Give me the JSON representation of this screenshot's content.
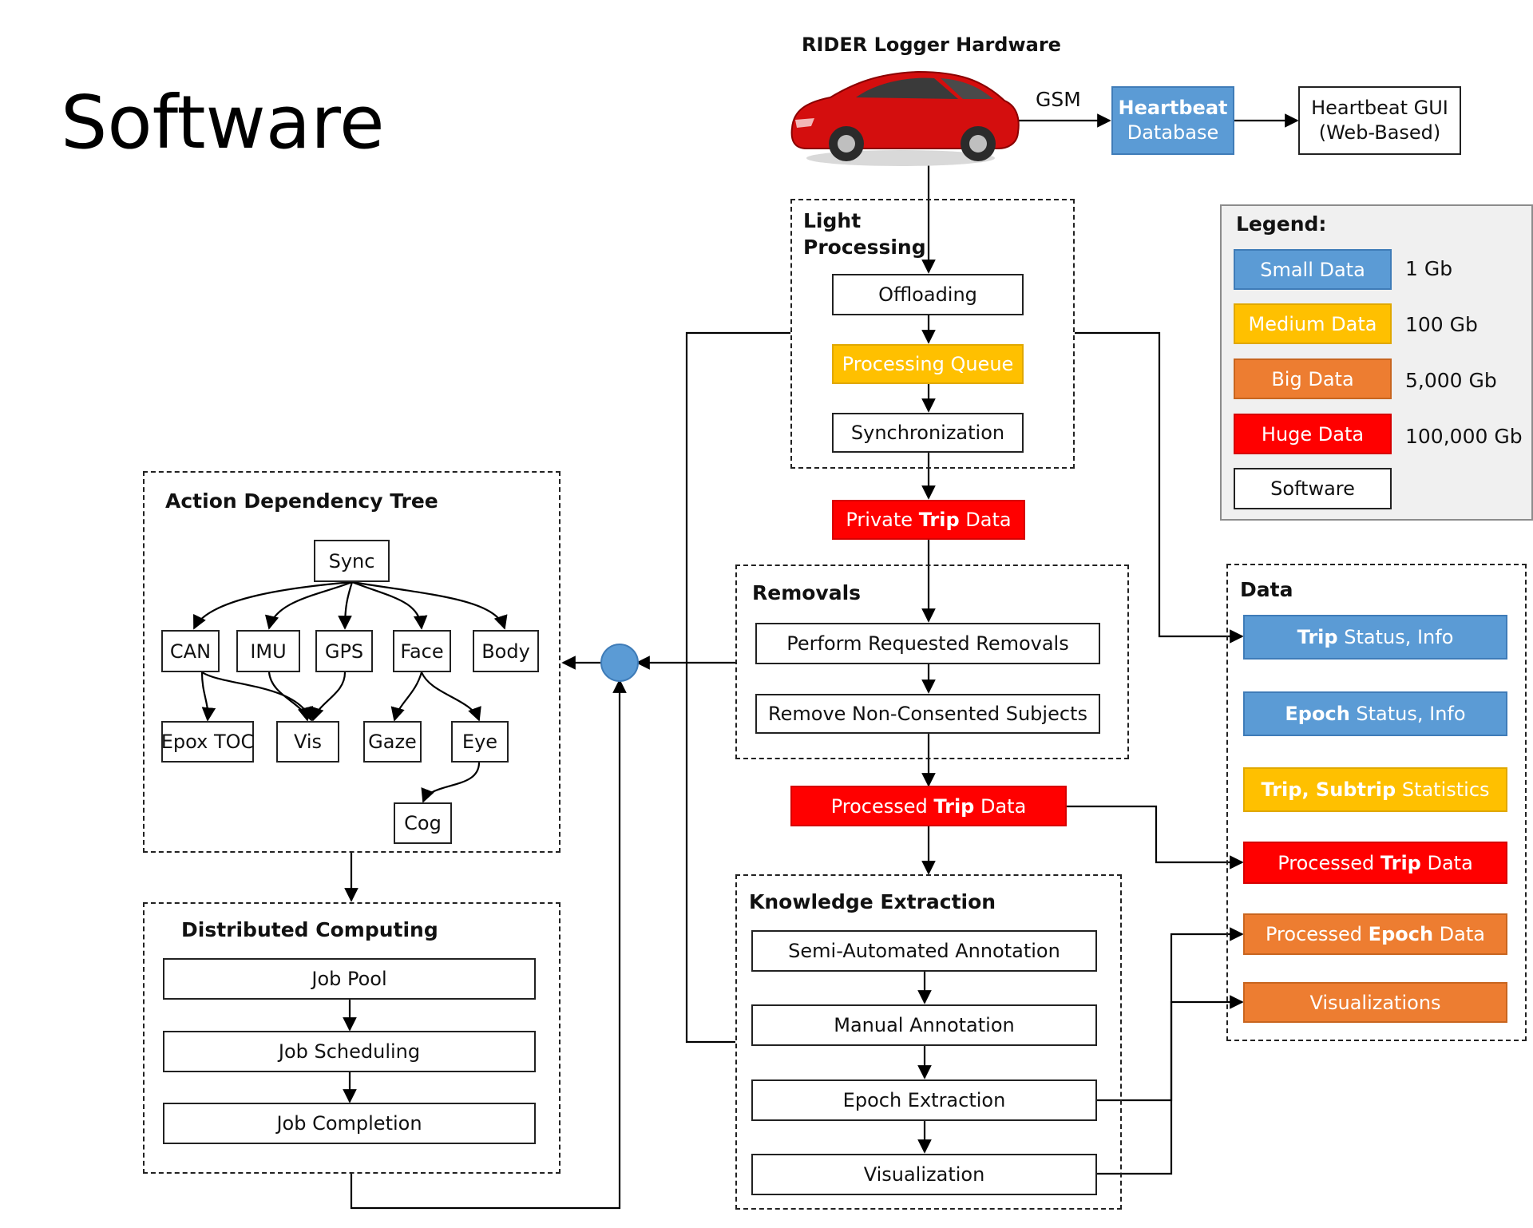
{
  "title": "Software",
  "hardware": {
    "label": "RIDER Logger Hardware",
    "gsm_label": "GSM",
    "heartbeat_db": {
      "line1": "Heartbeat",
      "line2": "Database"
    },
    "heartbeat_gui": {
      "line1": "Heartbeat GUI",
      "line2": "(Web-Based)"
    }
  },
  "light_processing": {
    "title_line1": "Light",
    "title_line2": "Processing",
    "steps": [
      "Offloading",
      "Processing Queue",
      "Synchronization"
    ]
  },
  "private_trip": {
    "pre": "Private ",
    "bold": "Trip",
    "post": " Data"
  },
  "removals": {
    "title": "Removals",
    "steps": [
      "Perform Requested Removals",
      "Remove Non-Consented Subjects"
    ]
  },
  "processed_trip": {
    "pre": "Processed ",
    "bold": "Trip",
    "post": " Data"
  },
  "knowledge_extraction": {
    "title": "Knowledge Extraction",
    "steps": [
      "Semi-Automated Annotation",
      "Manual Annotation",
      "Epoch Extraction",
      "Visualization"
    ]
  },
  "action_tree": {
    "title": "Action Dependency Tree",
    "nodes": {
      "sync": "Sync",
      "can": "CAN",
      "imu": "IMU",
      "gps": "GPS",
      "face": "Face",
      "body": "Body",
      "epox": "Epox TOC",
      "vis": "Vis",
      "gaze": "Gaze",
      "eye": "Eye",
      "cog": "Cog"
    }
  },
  "distributed": {
    "title": "Distributed Computing",
    "steps": [
      "Job Pool",
      "Job Scheduling",
      "Job Completion"
    ]
  },
  "legend": {
    "title": "Legend:",
    "items": [
      {
        "label": "Small Data",
        "size": "1 Gb",
        "color": "#5b9bd5"
      },
      {
        "label": "Medium Data",
        "size": "100 Gb",
        "color": "#ffc000"
      },
      {
        "label": "Big Data",
        "size": "5,000 Gb",
        "color": "#ed7d31"
      },
      {
        "label": "Huge Data",
        "size": "100,000 Gb",
        "color": "#ff0000"
      },
      {
        "label": "Software",
        "size": "",
        "color": "#ffffff"
      }
    ]
  },
  "data_panel": {
    "title": "Data",
    "items": [
      {
        "bold": "Trip",
        "rest": " Status, Info"
      },
      {
        "bold": "Epoch",
        "rest": " Status, Info"
      },
      {
        "bold": "Trip, Subtrip",
        "rest": " Statistics"
      },
      {
        "pre": "Processed ",
        "bold": "Trip",
        "rest": " Data"
      },
      {
        "pre": "Processed ",
        "bold": "Epoch",
        "rest": " Data"
      },
      {
        "pre": "",
        "bold": "",
        "rest": "Visualizations"
      }
    ]
  }
}
